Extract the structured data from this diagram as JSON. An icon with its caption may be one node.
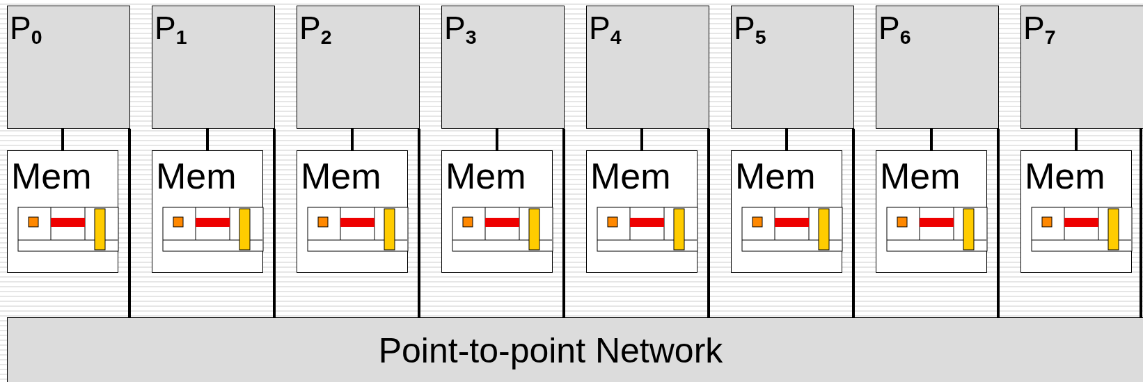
{
  "diagram": {
    "nodes": [
      {
        "text": [
          "P$_{0}$"
        ]
      },
      {
        "text": [
          "P$_{1}$"
        ]
      },
      {
        "text": [
          "P$_{2}$"
        ]
      },
      {
        "text": [
          "P$_{3}$"
        ]
      },
      {
        "text": [
          "P$_{4}$"
        ]
      },
      {
        "text": [
          "P$_{5}$"
        ]
      },
      {
        "text": [
          "P$_{6}$"
        ]
      },
      {
        "text": [
          "P$_{7}$"
        ]
      },
      {
        "text": [
          "Mem"
        ]
      },
      {
        "text": [
          "Mem"
        ]
      },
      {
        "text": [
          "Mem"
        ]
      },
      {
        "text": [
          "Mem"
        ]
      },
      {
        "text": [
          "Mem"
        ]
      },
      {
        "text": [
          "Mem"
        ]
      },
      {
        "text": [
          "Mem"
        ]
      },
      {
        "text": [
          "Mem"
        ]
      },
      {
        "text": [
          "Point-to-point Network"
        ]
      }
    ],
    "edges": [
      {
        "from": 0,
        "to": 8,
        "arrow": "none"
      },
      {
        "from": 0,
        "to": 16,
        "arrow": "none"
      },
      {
        "from": 1,
        "to": 9,
        "arrow": "none"
      },
      {
        "from": 1,
        "to": 16,
        "arrow": "none"
      },
      {
        "from": 2,
        "to": 10,
        "arrow": "none"
      },
      {
        "from": 2,
        "to": 16,
        "arrow": "none"
      },
      {
        "from": 3,
        "to": 11,
        "arrow": "none"
      },
      {
        "from": 3,
        "to": 16,
        "arrow": "none"
      },
      {
        "from": 4,
        "to": 12,
        "arrow": "none"
      },
      {
        "from": 4,
        "to": 16,
        "arrow": "none"
      },
      {
        "from": 5,
        "to": 13,
        "arrow": "none"
      },
      {
        "from": 5,
        "to": 16,
        "arrow": "none"
      },
      {
        "from": 6,
        "to": 14,
        "arrow": "none"
      },
      {
        "from": 6,
        "to": 16,
        "arrow": "none"
      },
      {
        "from": 7,
        "to": 15,
        "arrow": "none"
      },
      {
        "from": 7,
        "to": 16,
        "arrow": "none"
      }
    ]
  }
}
